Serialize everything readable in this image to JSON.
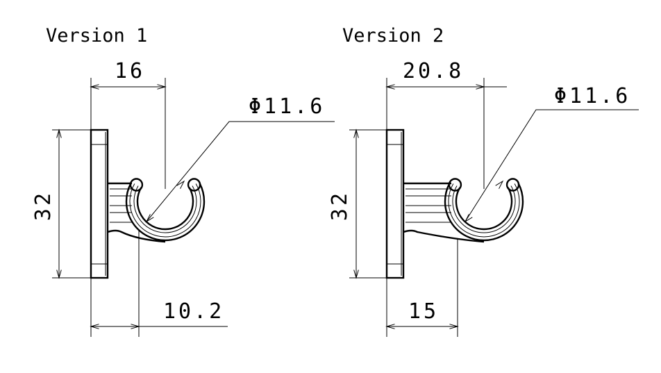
{
  "views": [
    {
      "title": "Version 1",
      "width_dim": "16",
      "height_dim": "32",
      "diameter_dim": "Φ11.6",
      "offset_dim": "10.2"
    },
    {
      "title": "Version 2",
      "width_dim": "20.8",
      "height_dim": "32",
      "diameter_dim": "Φ11.6",
      "offset_dim": "15"
    }
  ]
}
